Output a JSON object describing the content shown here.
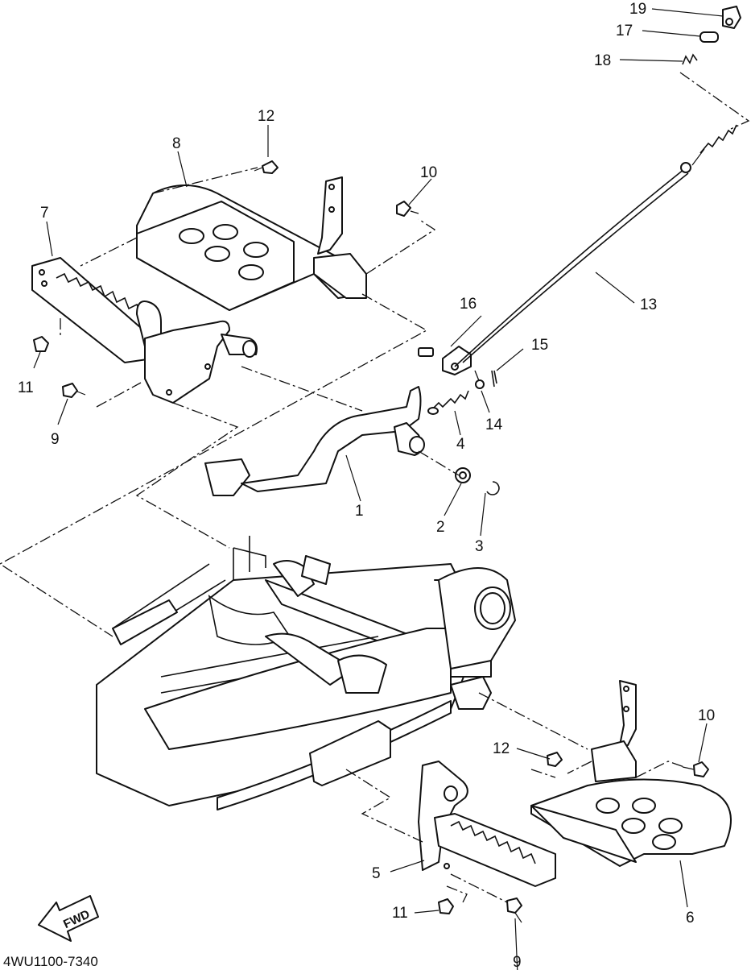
{
  "diagram": {
    "code": "4WU1100-7340",
    "fwd_label": "FWD",
    "callouts": [
      {
        "id": "c1",
        "text": "1"
      },
      {
        "id": "c2",
        "text": "2"
      },
      {
        "id": "c3",
        "text": "3"
      },
      {
        "id": "c4",
        "text": "4"
      },
      {
        "id": "c5",
        "text": "5"
      },
      {
        "id": "c6",
        "text": "6"
      },
      {
        "id": "c7",
        "text": "7"
      },
      {
        "id": "c8",
        "text": "8"
      },
      {
        "id": "c9a",
        "text": "9"
      },
      {
        "id": "c9b",
        "text": "9"
      },
      {
        "id": "c10a",
        "text": "10"
      },
      {
        "id": "c10b",
        "text": "10"
      },
      {
        "id": "c11a",
        "text": "11"
      },
      {
        "id": "c11b",
        "text": "11"
      },
      {
        "id": "c12a",
        "text": "12"
      },
      {
        "id": "c12b",
        "text": "12"
      },
      {
        "id": "c13",
        "text": "13"
      },
      {
        "id": "c14",
        "text": "14"
      },
      {
        "id": "c15",
        "text": "15"
      },
      {
        "id": "c16",
        "text": "16"
      },
      {
        "id": "c17",
        "text": "17"
      },
      {
        "id": "c18",
        "text": "18"
      },
      {
        "id": "c19",
        "text": "19"
      }
    ]
  }
}
